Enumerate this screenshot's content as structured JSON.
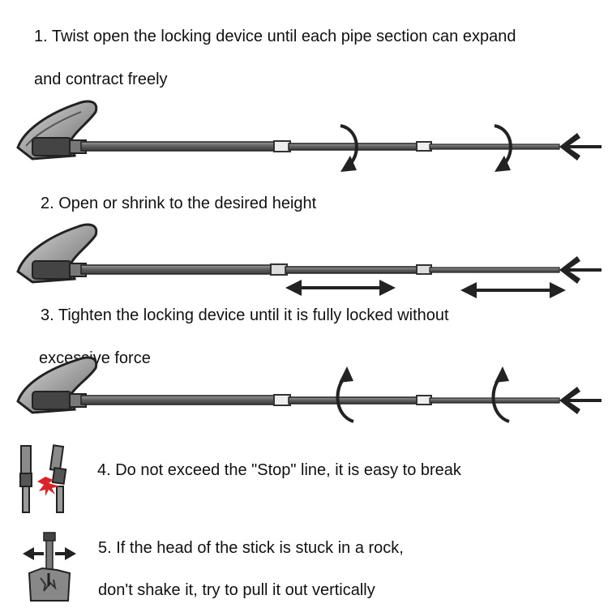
{
  "steps": [
    {
      "line1": "1. Twist open the locking device until each pipe section can expand",
      "line2": "and contract freely"
    },
    {
      "line1": "2. Open or shrink to the desired height"
    },
    {
      "line1": "3. Tighten the locking device until it is fully locked without",
      "line2": "excessive force"
    },
    {
      "line1": "4. Do not exceed the \"Stop\" line, it is easy to break"
    },
    {
      "line1": "5. If the head of the stick is stuck in a rock,",
      "line2": "don't shake it, try to pull it out vertically"
    }
  ],
  "icons": {
    "pole_1": "trekking-pole-twist-open-icon",
    "pole_2": "trekking-pole-extend-icon",
    "pole_3": "trekking-pole-twist-lock-icon",
    "warning": "broken-pole-warning-icon",
    "rock": "pole-stuck-in-rock-icon"
  },
  "colors": {
    "text": "#111111",
    "pole": "#6e6e6e",
    "warning": "#d8232a"
  }
}
